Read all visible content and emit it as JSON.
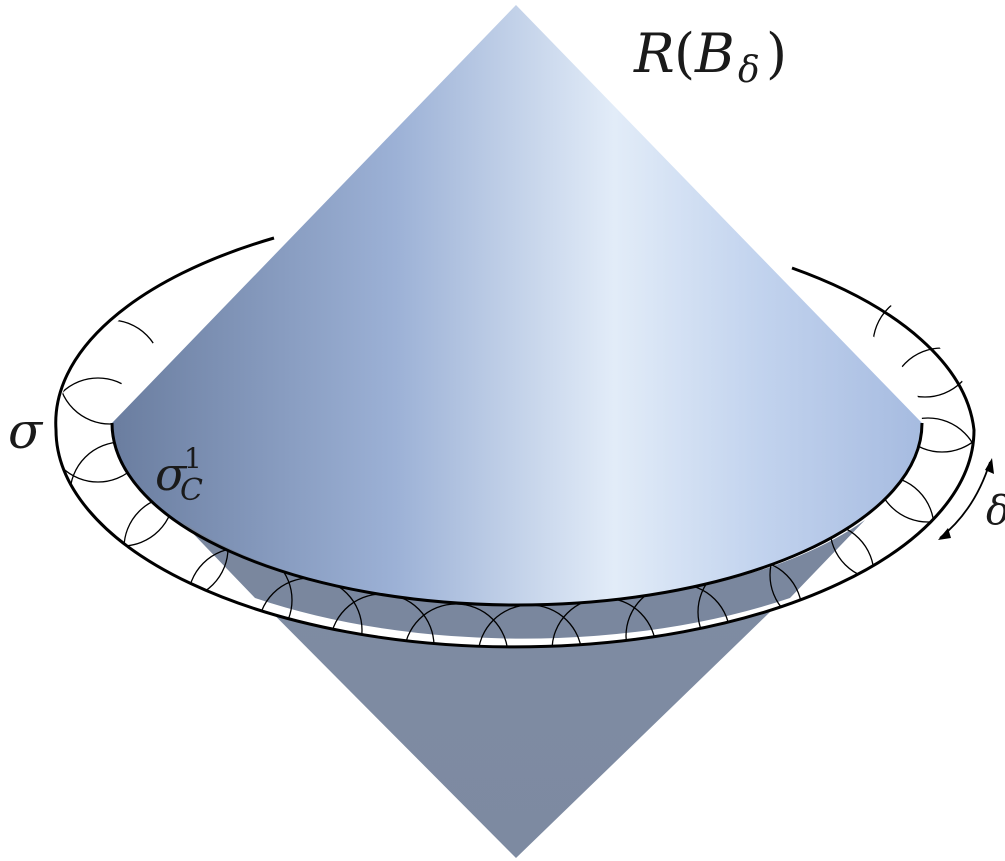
{
  "labels": {
    "region": {
      "main": "R",
      "open_paren": "(",
      "base": "B",
      "subscript": "δ",
      "close_paren": ")"
    },
    "outer_curve": {
      "main": "σ"
    },
    "inner_curve": {
      "main": "σ",
      "superscript": "1",
      "subscript": "C"
    },
    "width": {
      "main": "δ"
    }
  },
  "colors": {
    "cone_upper_light": "#e6eef9",
    "cone_upper_mid": "#a9bde0",
    "cone_upper_dark": "#6f84a8",
    "cone_lower": "#7a879e",
    "stroke": "#000000"
  }
}
